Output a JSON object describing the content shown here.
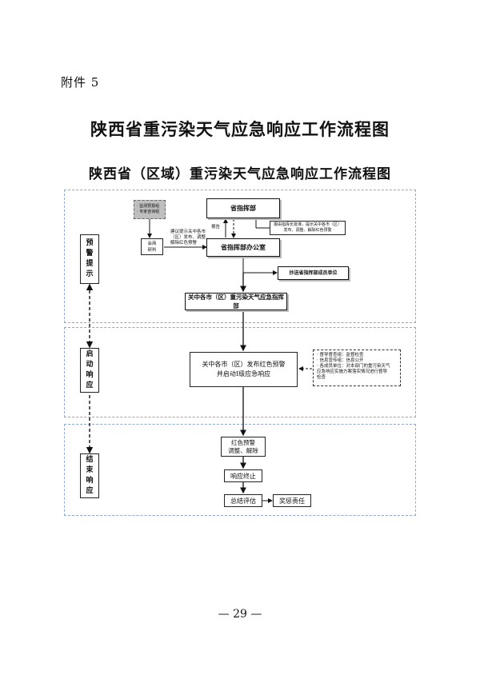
{
  "attachment_label": "附件 5",
  "title": "陕西省重污染天气应急响应工作流程图",
  "subtitle": "陕西省（区域）重污染天气应急响应工作流程图",
  "stages": {
    "warning": [
      "预",
      "警",
      "提",
      "示"
    ],
    "start": [
      "启",
      "动",
      "响",
      "应"
    ],
    "end": [
      "结",
      "束",
      "响",
      "应"
    ]
  },
  "flow": {
    "monitoring_items": [
      "· 监测预报组",
      "· 专家咨询组"
    ],
    "consult": [
      "会商",
      "研判"
    ],
    "report": "报告",
    "suggest": [
      "建议提示关中各市",
      "（区）发布、调整、",
      "解除红色预警"
    ],
    "hq": "省指挥部",
    "hq_notice": [
      "报由指挥长批准，提示关中各市（区）",
      "发布、调整、解除红色预警"
    ],
    "office": "省指挥部办公室",
    "cc_members": "抄送省指挥部成员单位",
    "city_hq": "关中各市（区）重污染天气应急指挥部",
    "publish": [
      "关中各市（区）发布红色预警",
      "并启动Ⅰ级应急响应"
    ],
    "duties": [
      "· 督导督查组：监督检查",
      "· 信息宣传组：信息公开",
      "· 各成员单位：对本部门的重污染天气",
      "应急响应实施方案落实情况进行督导",
      "检查"
    ],
    "red_warning": [
      "红色预警",
      "调整、解除"
    ],
    "terminate": "响应终止",
    "evaluate": "总结评估",
    "accountability": "奖惩责任"
  },
  "page_number": "— 29 —"
}
